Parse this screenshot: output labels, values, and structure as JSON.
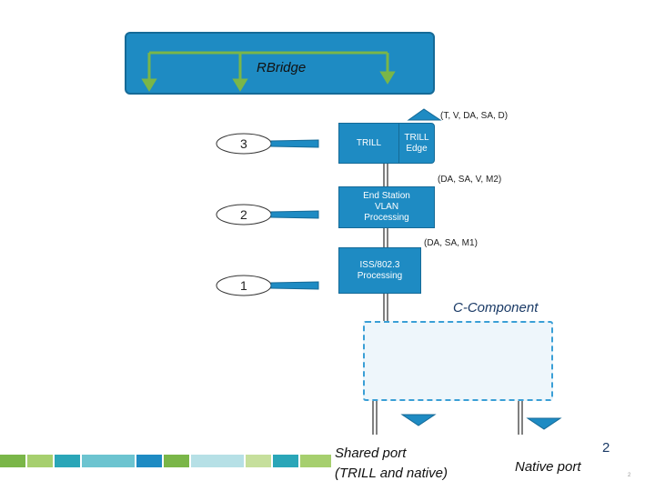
{
  "rbridge": {
    "label": "RBridge"
  },
  "blocks": {
    "trill": "TRILL",
    "trill_edge": "TRILL\nEdge",
    "end_station": "End Station\nVLAN\nProcessing",
    "iss": "ISS/802.3\nProcessing"
  },
  "annotations": {
    "frame_trill": "(T, V, DA, SA, D)",
    "frame_vlan": "(DA, SA, V, M2)",
    "frame_mac": "(DA, SA, M1)"
  },
  "ports": [
    "3",
    "2",
    "1"
  ],
  "c_component": {
    "label": "C-Component"
  },
  "bottom": {
    "shared_port_line1": "Shared port",
    "shared_port_line2": "(TRILL and native)",
    "native_port": "Native port",
    "page_number": "2",
    "slide_mark": "2"
  },
  "colors": {
    "block_blue": "#1e8bc3",
    "dashed_blue": "#3a9fd6",
    "line_gray": "#555555",
    "footer_tiles": [
      "#7ab648",
      "#a6cf6e",
      "#c6df9c",
      "#2aa6b8",
      "#6cc4d0",
      "#b6e0e6",
      "#1e8bc3"
    ]
  }
}
